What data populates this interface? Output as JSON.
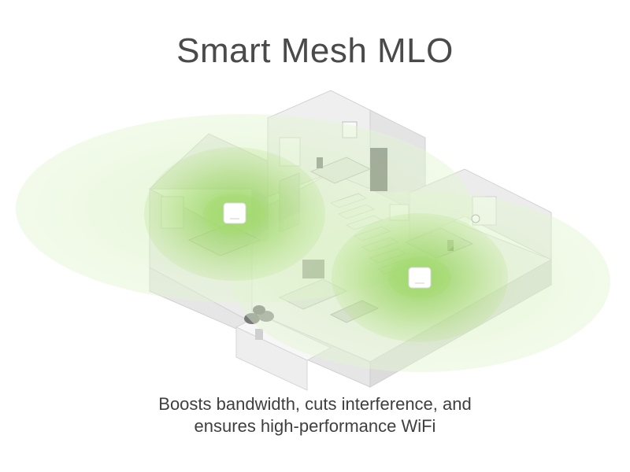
{
  "title": "Smart Mesh MLO",
  "caption": {
    "line1": "Boosts bandwidth, cuts interference, and",
    "line2": "ensures high-performance WiFi"
  },
  "colors": {
    "coverage_green": "#8fd14f",
    "router_white": "#ffffff",
    "wall_gray": "#e9e9e9",
    "furniture_gray": "#8a8a8a"
  },
  "illustration": {
    "subject": "isometric-house-cutaway",
    "router_count": 2
  }
}
